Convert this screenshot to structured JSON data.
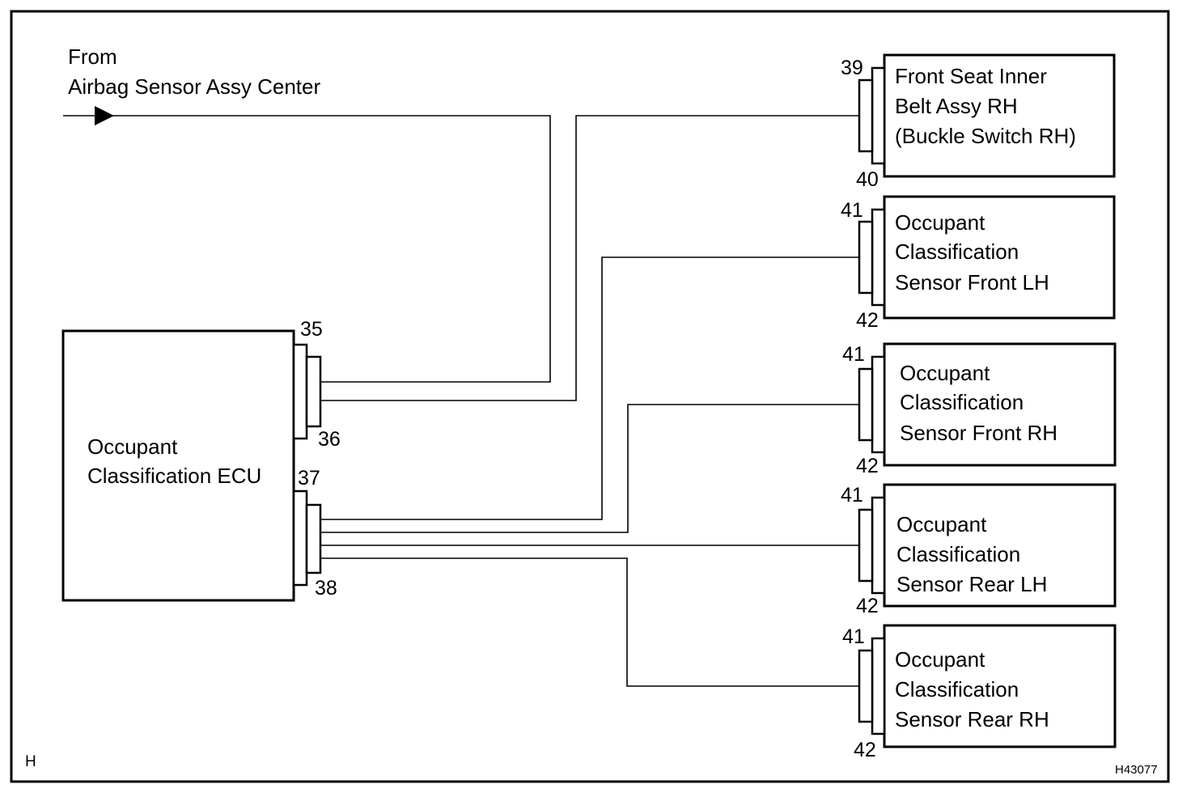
{
  "source": {
    "line1": "From",
    "line2": "Airbag Sensor Assy Center"
  },
  "ecu": {
    "line1": "Occupant",
    "line2": "Classification ECU",
    "pins": [
      "35",
      "36",
      "37",
      "38"
    ]
  },
  "components": [
    {
      "lines": [
        "Front Seat Inner",
        "Belt Assy RH",
        "(Buckle Switch RH)"
      ],
      "pin_top": "39",
      "pin_bottom": "40"
    },
    {
      "lines": [
        "Occupant",
        "Classification",
        "Sensor Front LH"
      ],
      "pin_top": "41",
      "pin_bottom": "42"
    },
    {
      "lines": [
        "Occupant",
        "Classification",
        "Sensor Front RH"
      ],
      "pin_top": "41",
      "pin_bottom": "42"
    },
    {
      "lines": [
        "Occupant",
        "Classification",
        "Sensor Rear LH"
      ],
      "pin_top": "41",
      "pin_bottom": "42"
    },
    {
      "lines": [
        "Occupant",
        "Classification",
        "Sensor Rear RH"
      ],
      "pin_top": "41",
      "pin_bottom": "42"
    }
  ],
  "corner_label": "H",
  "figure_code": "H43077"
}
